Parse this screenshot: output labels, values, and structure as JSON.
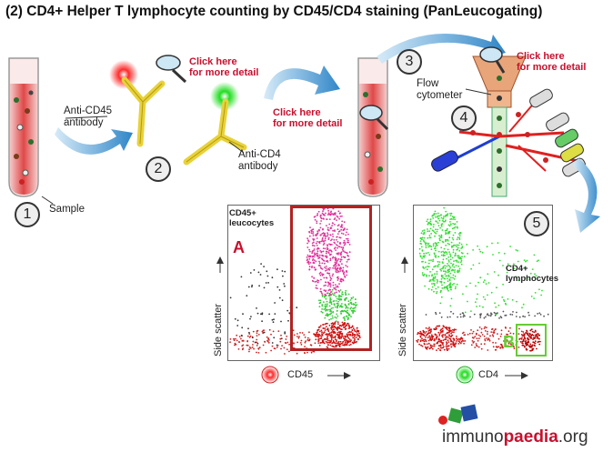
{
  "title": "(2) CD4+ Helper T lymphocyte counting by CD45/CD4 staining (PanLeucogating)",
  "labels": {
    "sample": "Sample",
    "anti_cd45": "Anti-CD45\nantibody",
    "anti_cd4": "Anti-CD4\nantibody",
    "flow_cytometer": "Flow\ncytometer",
    "click_detail": "Click here\nfor more detail"
  },
  "steps": [
    "1",
    "2",
    "3",
    "4",
    "5"
  ],
  "plot_a": {
    "gate_letter": "A",
    "annotation": "CD45+\nleucocytes",
    "ylabel": "Side scatter",
    "xlabel": "CD45"
  },
  "plot_b": {
    "gate_letter": "B",
    "annotation": "CD4+\nlymphocytes",
    "ylabel": "Side scatter",
    "xlabel": "CD4"
  },
  "logo": {
    "immuno": "immuno",
    "paedia": "paedia",
    "org": ".org"
  },
  "colors": {
    "accent_red": "#c8102e",
    "gate_red": "#b22222",
    "gate_green": "#66cc33",
    "magenta": "#e0309a",
    "green_dots": "#33cc33",
    "blue_arrow": "#3a8fd0"
  }
}
